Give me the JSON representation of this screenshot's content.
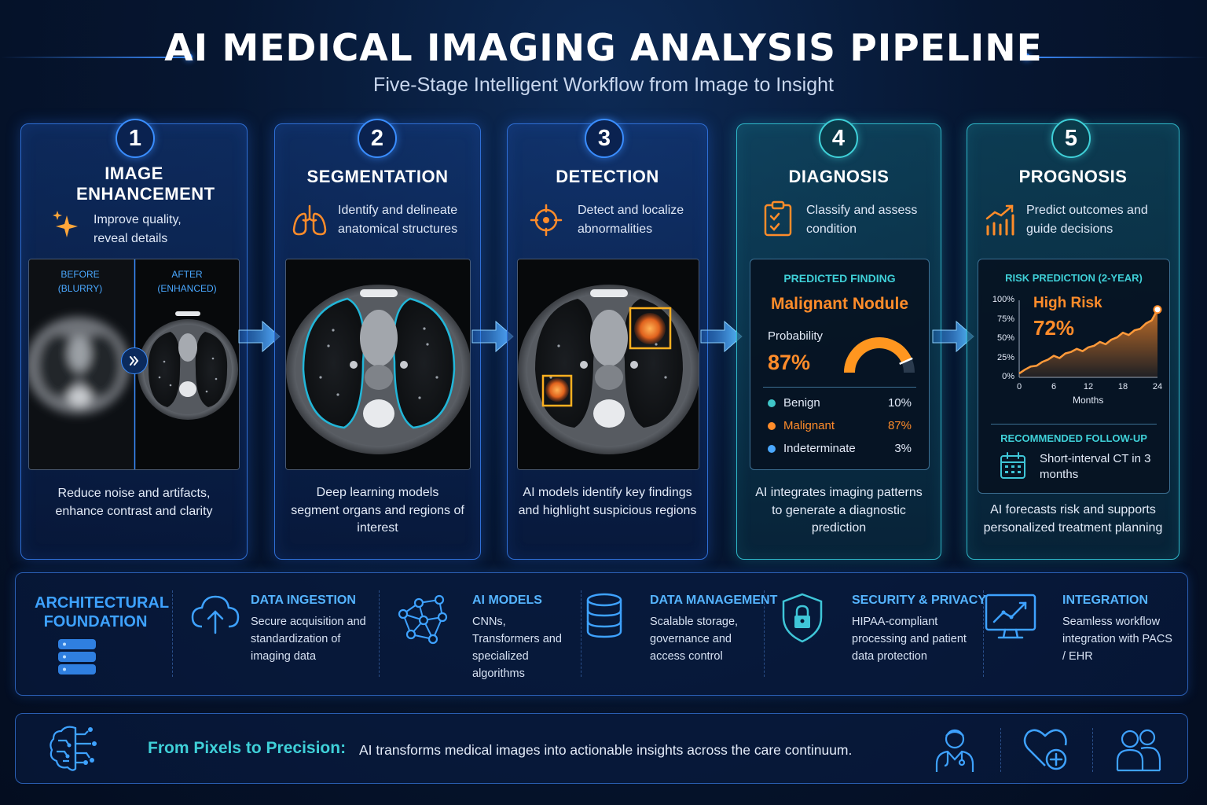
{
  "header": {
    "title": "AI MEDICAL IMAGING ANALYSIS PIPELINE",
    "subtitle": "Five-Stage Intelligent Workflow from Image to Insight"
  },
  "stages": [
    {
      "number": "1",
      "title": "IMAGE ENHANCEMENT",
      "icon": "sparkle-icon",
      "description": "Improve quality, reveal details",
      "before_label": "BEFORE",
      "before_sub": "(BLURRY)",
      "after_label": "AFTER",
      "after_sub": "(ENHANCED)",
      "footer": "Reduce noise and artifacts, enhance contrast and clarity"
    },
    {
      "number": "2",
      "title": "SEGMENTATION",
      "icon": "lungs-icon",
      "description": "Identify and delineate anatomical structures",
      "footer": "Deep learning models segment organs and regions of interest"
    },
    {
      "number": "3",
      "title": "DETECTION",
      "icon": "crosshair-icon",
      "description": "Detect and localize abnormalities",
      "footer": "AI models identify key findings and highlight suspicious regions"
    },
    {
      "number": "4",
      "title": "DIAGNOSIS",
      "icon": "clipboard-check-icon",
      "description": "Classify and assess condition",
      "predicted_label": "PREDICTED FINDING",
      "finding": "Malignant Nodule",
      "probability_label": "Probability",
      "probability": "87%",
      "probability_value": 0.87,
      "classes": [
        {
          "label": "Benign",
          "value": "10%",
          "color": "#3fc6c9"
        },
        {
          "label": "Malignant",
          "value": "87%",
          "color": "#ff8c2a"
        },
        {
          "label": "Indeterminate",
          "value": "3%",
          "color": "#4aa8ff"
        }
      ],
      "footer": "AI integrates imaging patterns to generate a diagnostic prediction"
    },
    {
      "number": "5",
      "title": "PROGNOSIS",
      "icon": "growth-chart-icon",
      "description": "Predict outcomes and guide decisions",
      "risk_title": "RISK PREDICTION (2-YEAR)",
      "risk_level": "High Risk",
      "risk_value": "72%",
      "followup_title": "RECOMMENDED FOLLOW-UP",
      "followup_text": "Short-interval CT in 3 months",
      "footer": "AI forecasts risk and supports personalized treatment planning"
    }
  ],
  "chart_data": {
    "type": "area",
    "title": "RISK PREDICTION (2-YEAR)",
    "xlabel": "Months",
    "ylabel": "",
    "x_ticks": [
      "0",
      "6",
      "12",
      "18",
      "24"
    ],
    "y_ticks": [
      "100%",
      "75%",
      "50%",
      "25%",
      "0%"
    ],
    "xlim": [
      0,
      24
    ],
    "ylim": [
      0,
      100
    ],
    "series": [
      {
        "x": [
          0,
          1,
          2,
          3,
          4,
          5,
          6,
          7,
          8,
          9,
          10,
          11,
          12,
          13,
          14,
          15,
          16,
          17,
          18,
          19,
          20,
          21,
          22,
          23,
          24
        ],
        "y": [
          5,
          10,
          14,
          15,
          20,
          23,
          28,
          25,
          31,
          33,
          37,
          34,
          39,
          41,
          46,
          43,
          49,
          52,
          58,
          55,
          61,
          63,
          70,
          74,
          88
        ]
      }
    ]
  },
  "foundation": {
    "title": "ARCHITECTURAL FOUNDATION",
    "items": [
      {
        "title": "DATA INGESTION",
        "text": "Secure acquisition and standardization of imaging data",
        "icon": "cloud-upload-icon"
      },
      {
        "title": "AI MODELS",
        "text": "CNNs, Transformers and specialized algorithms",
        "icon": "network-icon"
      },
      {
        "title": "DATA MANAGEMENT",
        "text": "Scalable storage, governance and access control",
        "icon": "database-icon"
      },
      {
        "title": "SECURITY & PRIVACY",
        "text": "HIPAA-compliant processing and patient data protection",
        "icon": "shield-lock-icon"
      },
      {
        "title": "INTEGRATION",
        "text": "Seamless workflow integration with PACS / EHR",
        "icon": "monitor-chart-icon"
      }
    ]
  },
  "banner": {
    "headline": "From Pixels to Precision:",
    "text": "AI transforms medical images into actionable insights across the care continuum."
  },
  "colors": {
    "accent_blue": "#3a8dff",
    "accent_teal": "#3fd0d8",
    "accent_orange": "#ff8c2a"
  }
}
